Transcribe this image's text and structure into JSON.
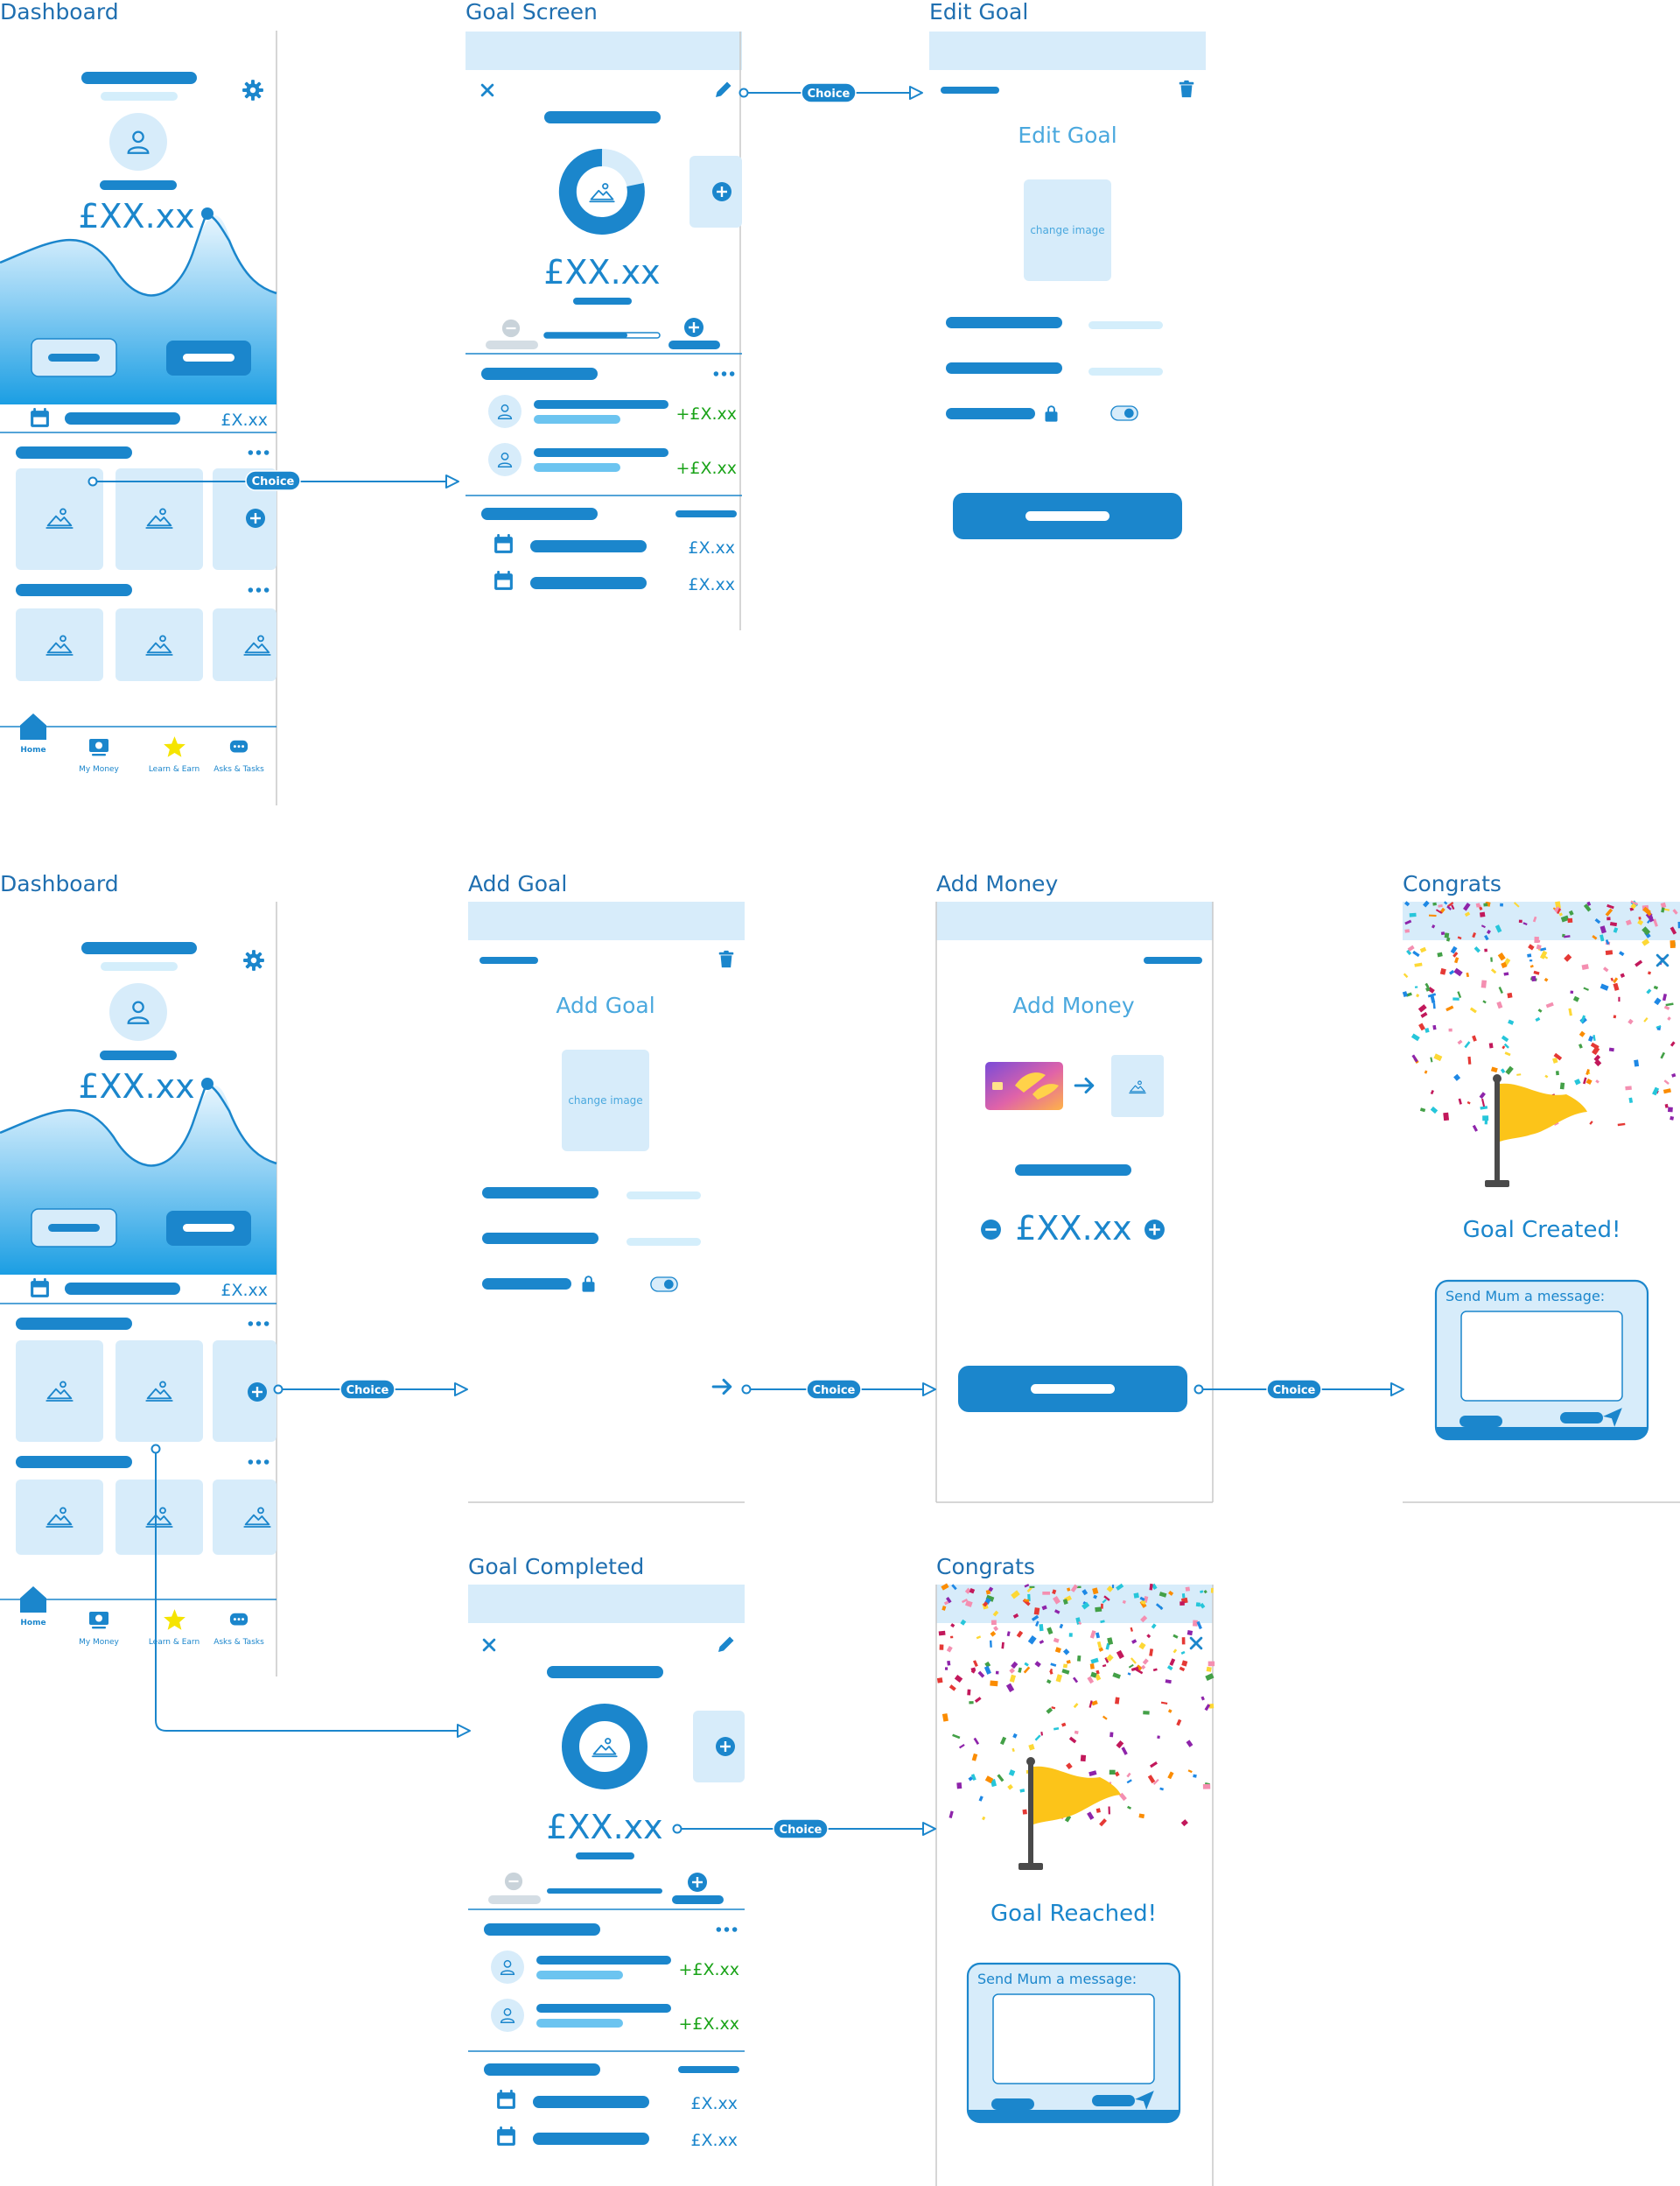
{
  "frames": {
    "dash1": {
      "title": "Dashboard"
    },
    "goal_screen": {
      "title": "Goal Screen"
    },
    "edit_goal": {
      "title": "Edit Goal"
    },
    "dash2": {
      "title": "Dashboard"
    },
    "add_goal": {
      "title": "Add Goal"
    },
    "add_money": {
      "title": "Add Money"
    },
    "congrats1": {
      "title": "Congrats"
    },
    "goal_completed": {
      "title": "Goal Completed"
    },
    "congrats2": {
      "title": "Congrats"
    }
  },
  "dashboard": {
    "balance": "£XX.xx",
    "row_amount": "£X.xx",
    "nav": [
      "Home",
      "My Money",
      "Learn & Earn",
      "Asks & Tasks"
    ]
  },
  "goal": {
    "amount": "£XX.xx",
    "contributions": [
      "+£X.xx",
      "+£X.xx"
    ],
    "history": [
      "£X.xx",
      "£X.xx"
    ]
  },
  "edit_goal": {
    "heading": "Edit Goal",
    "change_image": "change image"
  },
  "add_goal": {
    "heading": "Add Goal",
    "change_image": "change image"
  },
  "add_money": {
    "heading": "Add Money",
    "amount": "£XX.xx"
  },
  "congrats_created": {
    "message": "Goal Created!",
    "send_label": "Send Mum a message:"
  },
  "congrats_reached": {
    "message": "Goal Reached!",
    "send_label": "Send Mum a message:"
  },
  "connectors": {
    "label": "Choice"
  },
  "colors": {
    "primary": "#1b86cc",
    "light": "#d7ecfa",
    "mid": "#6cc4f0",
    "green": "#1aa318",
    "flag": "#fcc419",
    "pale_bar": "#d4eefb"
  }
}
